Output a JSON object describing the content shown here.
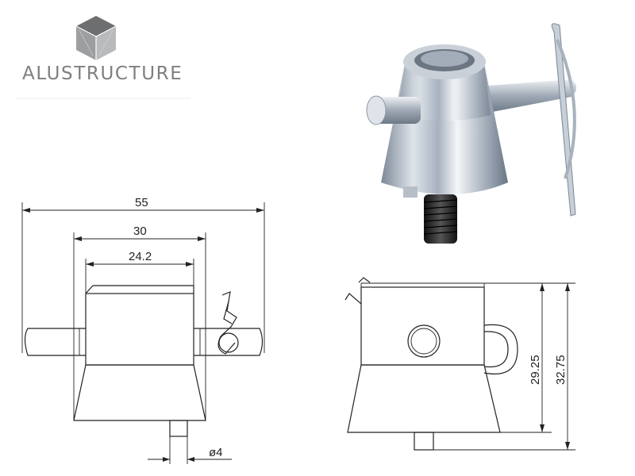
{
  "logo": {
    "text": "ALUSTRUCTURE",
    "icon": "cube-logo-icon"
  },
  "product_photo": {
    "icon": "half-conical-coupler-photo"
  },
  "front_view": {
    "dim_overall": "55",
    "dim_body": "30",
    "dim_top": "24.2",
    "dim_thread": "ø4"
  },
  "side_view": {
    "dim_height": "29.25",
    "dim_total_height": "32.75"
  },
  "colors": {
    "line": "#222222",
    "logo_gray": "#7f7f80",
    "metal_light": "#e3e7ec",
    "metal_dark": "#7c8896",
    "thread": "#2a2a2a"
  }
}
